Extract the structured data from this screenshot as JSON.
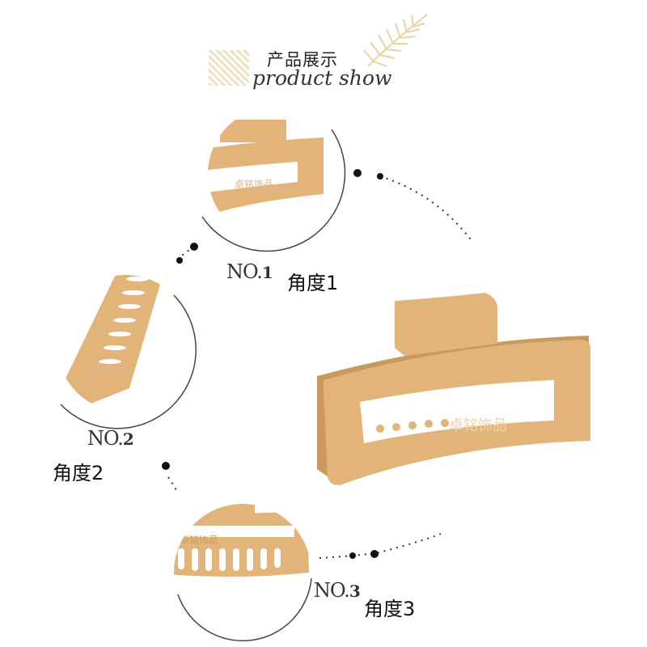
{
  "header": {
    "title_zh": "产品展示",
    "title_en": "product show"
  },
  "views": [
    {
      "number_prefix": "NO.",
      "number": "1",
      "angle_label": "角度1"
    },
    {
      "number_prefix": "NO.",
      "number": "2",
      "angle_label": "角度2"
    },
    {
      "number_prefix": "NO.",
      "number": "3",
      "angle_label": "角度3"
    }
  ],
  "watermark": "卓铭饰品",
  "colors": {
    "product": "#e2b47a",
    "product_shadow": "#c9995f",
    "circle_border": "#444444",
    "dots": "#111111"
  },
  "icons": [
    "diagonal-stripes-icon",
    "leaf-icon"
  ]
}
